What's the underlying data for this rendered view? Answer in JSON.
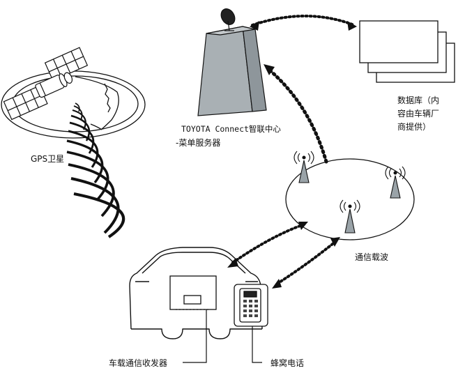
{
  "labels": {
    "gps_satellite": "GPS卫星",
    "server_line1": "TOYOTA Connect智联中心",
    "server_line2": "-菜单服务器",
    "database_line1": "数据库（内",
    "database_line2": "容由车辆厂",
    "database_line3": "商提供）",
    "carrier": "通信载波",
    "transceiver": "车载通信收发器",
    "cellphone": "蜂窝电话"
  },
  "colors": {
    "line": "#111111",
    "server_fill": "#a9b0b4",
    "server_side": "#8e969b",
    "antenna_fill": "#9aa3a8"
  },
  "icons": [
    "satellite-icon",
    "server-icon",
    "satellite-dish-icon",
    "database-icon",
    "cell-tower-icon",
    "car-icon",
    "phone-icon"
  ]
}
